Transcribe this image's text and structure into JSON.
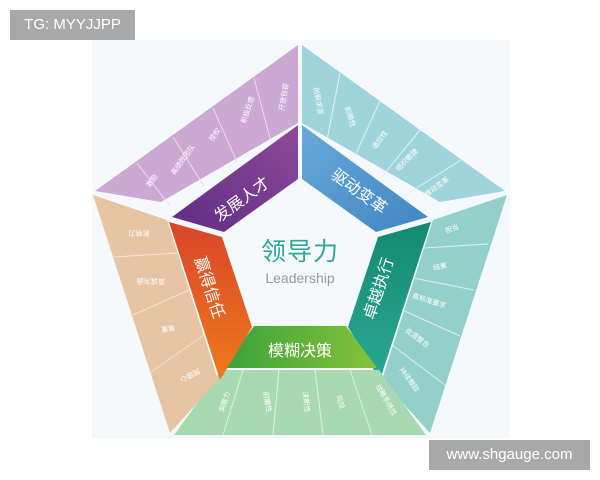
{
  "watermarks": {
    "top_left": "TG: MYYJJPP",
    "bottom_right": "www.shgauge.com"
  },
  "center": {
    "title": "领导力",
    "subtitle": "Leadership"
  },
  "colors": {
    "center_title": "#2aa79b",
    "center_subtitle": "#9a9a9a",
    "watermark_bg": "#a9a9a9",
    "sectors": {
      "develop_talent": {
        "band": "#7b3a8f",
        "outer": "#cba9d3"
      },
      "drive_change": {
        "band": "#4f93c9",
        "outer": "#9ed3dc"
      },
      "excellent_execution": {
        "band": "#1f9a85",
        "outer": "#93d0c9"
      },
      "ambiguous_decision": {
        "band": "#5bb23a",
        "outer": "#a9d9b0"
      },
      "win_trust": {
        "band": "#e4631f",
        "outer": "#e6c3a3"
      }
    }
  },
  "sectors": [
    {
      "id": "develop_talent",
      "label": "发展人才",
      "sub_items": [
        "激励",
        "高绩效团队",
        "授权",
        "积极反馈",
        "开放包容"
      ]
    },
    {
      "id": "drive_change",
      "label": "驱动变革",
      "sub_items": [
        "创新求变",
        "前瞻性",
        "适应性",
        "组织敏捷",
        "推动变革"
      ]
    },
    {
      "id": "excellent_execution",
      "label": "卓越执行",
      "sub_items": [
        "担当",
        "结果",
        "高标准要求",
        "资源整合",
        "持续跟踪"
      ]
    },
    {
      "id": "ambiguous_decision",
      "label": "模糊决策",
      "sub_items": [
        "洞察力",
        "前瞻性",
        "决断性",
        "风险",
        "战略系统性"
      ]
    },
    {
      "id": "win_trust",
      "label": "赢得信任",
      "sub_items": [
        "影响力",
        "真诚沟通",
        "尊重",
        "同理心"
      ]
    }
  ]
}
